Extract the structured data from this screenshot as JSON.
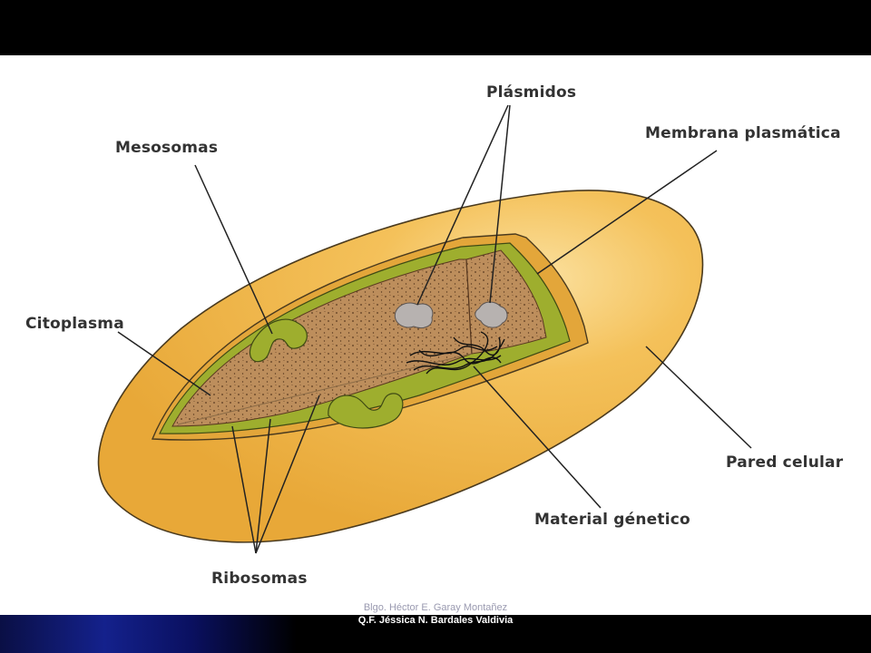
{
  "labels": {
    "plasmids": "Plásmidos",
    "plasma_membrane": "Membrana plasmática",
    "mesosomes": "Mesosomas",
    "cytoplasm": "Citoplasma",
    "cell_wall": "Pared celular",
    "genetic_material": "Material génetico",
    "ribosomes": "Ribosomas"
  },
  "footer": {
    "author_line_1": "Blgo. Héctor E. Garay Montañez",
    "author_line_2": "Q.F. Jéssica N. Bardales Valdivia"
  },
  "colors": {
    "cell_wall": "#f0b64a",
    "membrane": "#9aab2c",
    "cytoplasm": "#b98a5a",
    "background": "#ffffff",
    "frame": "#000000"
  }
}
